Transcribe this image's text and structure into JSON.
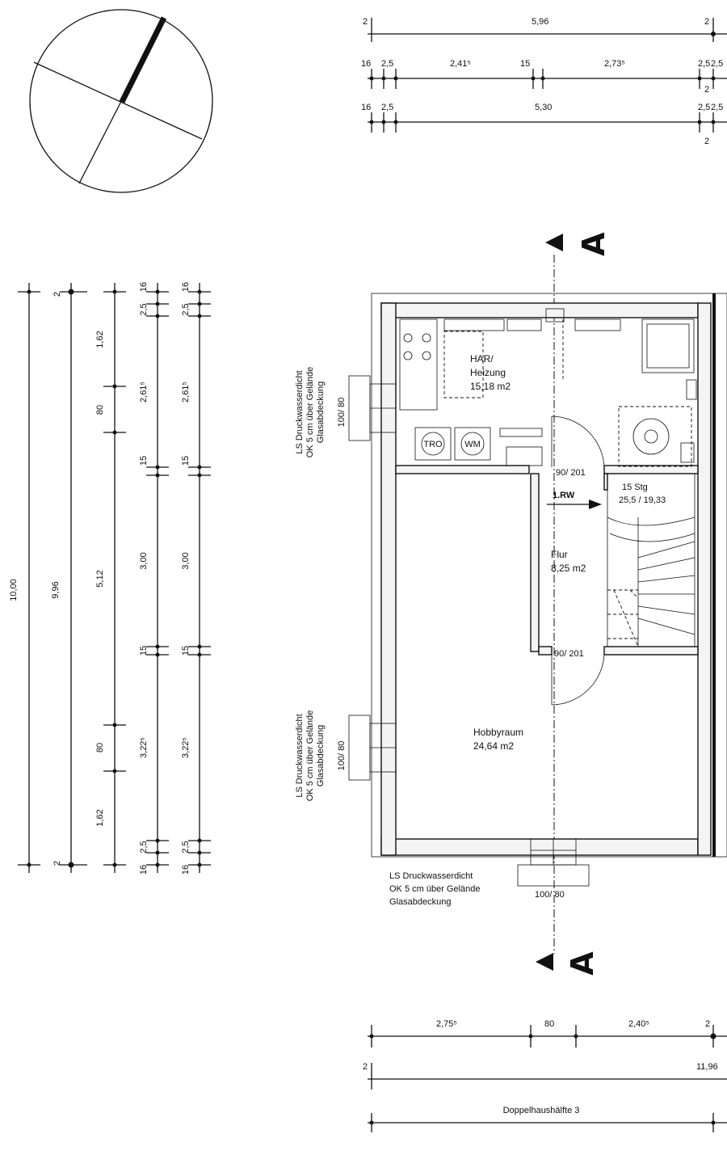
{
  "section_marker": "A",
  "rooms": {
    "har": {
      "name": "HAR/",
      "name2": "Heizung",
      "area": "15,18 m2"
    },
    "flur": {
      "name": "Flur",
      "area": "8,25 m2"
    },
    "hobby": {
      "name": "Hobbyraum",
      "area": "24,64 m2"
    }
  },
  "doors": {
    "upper": "90/ 201",
    "lower": "90/ 201"
  },
  "stair": {
    "label1": "15 Stg",
    "label2": "25,5 / 19,33",
    "arrow": "1.RW"
  },
  "appliances": {
    "dryer": "TRO",
    "washer": "WM"
  },
  "windows": {
    "left_upper": {
      "l1": "LS Druckwasserdicht",
      "l2": "OK 5 cm über Gelände",
      "l3": "Glasabdeckung",
      "size": "100/ 80"
    },
    "left_lower": {
      "l1": "LS Druckwasserdicht",
      "l2": "OK 5 cm über Gelände",
      "l3": "Glasabdeckung",
      "size": "100/ 80"
    },
    "bottom": {
      "l1": "LS Druckwasserdicht",
      "l2": "OK 5 cm über Gelände",
      "l3": "Glasabdeckung",
      "size": "100/ 80"
    }
  },
  "dims_top": {
    "r1": [
      "2",
      "5,96",
      "2"
    ],
    "r2": [
      "16",
      "2,5",
      "2,41⁵",
      "15",
      "2,73⁵",
      "2,5",
      "2,5"
    ],
    "r3": [
      "16",
      "2,5",
      "5,30",
      "2,5",
      "2,5"
    ],
    "r3b": [
      "2",
      "2"
    ]
  },
  "dims_left": {
    "c1": "10,00",
    "c2": [
      "2",
      "9,96",
      "2"
    ],
    "c3": [
      "1,62",
      "80",
      "5,12",
      "80",
      "1,62"
    ],
    "c4": [
      "16",
      "2,5",
      "2,61⁵",
      "15",
      "3,00",
      "15",
      "3,22⁵",
      "2,5",
      "16"
    ],
    "c5": [
      "16",
      "2,5",
      "2,61⁵",
      "15",
      "3,00",
      "15",
      "3,22⁵",
      "2,5",
      "16"
    ]
  },
  "dims_bottom": {
    "r1": [
      "2,75⁵",
      "80",
      "2,40⁵",
      "2"
    ],
    "r2": [
      "2",
      "11,96"
    ],
    "r3": "Doppelhaushälfte 3"
  }
}
